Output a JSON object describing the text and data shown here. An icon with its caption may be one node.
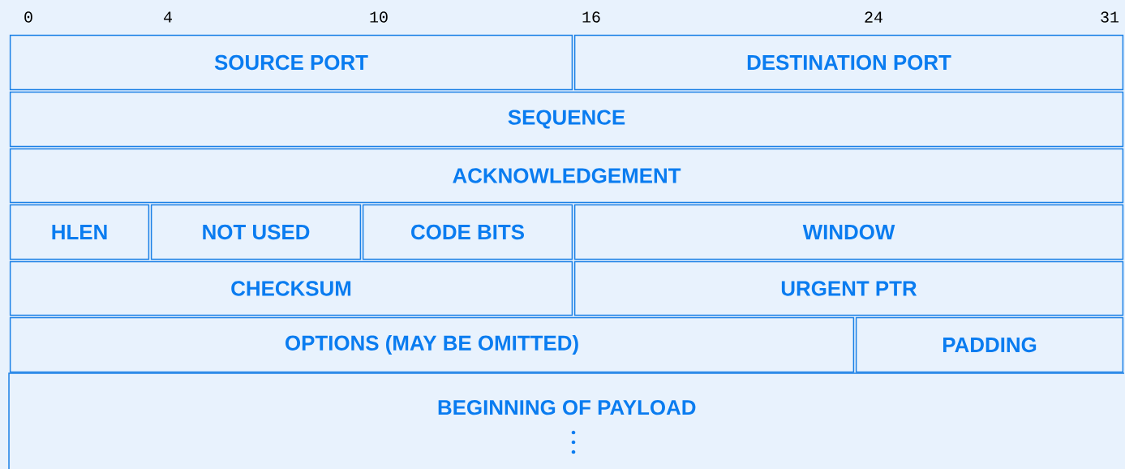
{
  "diagram": {
    "nodes": [
      {
        "text": [
          "SOURCE PORT"
        ]
      },
      {
        "text": [
          "DESTINATION PORT"
        ]
      },
      {
        "text": [
          "SEQUENCE"
        ]
      },
      {
        "text": [
          "ACKNOWLEDGEMENT"
        ]
      },
      {
        "text": [
          "HLEN"
        ]
      },
      {
        "text": [
          "NOT USED"
        ]
      },
      {
        "text": [
          "CODE BITS"
        ]
      },
      {
        "text": [
          "WINDOW"
        ]
      },
      {
        "text": [
          "CHECKSUM"
        ]
      },
      {
        "text": [
          "URGENT PTR"
        ]
      },
      {
        "text": [
          "OPTIONS (MAY BE OMITTED)"
        ]
      },
      {
        "text": [
          "PADDING"
        ]
      },
      {
        "text": [
          "BEGINNING OF PAYLOAD"
        ]
      }
    ],
    "labels": [
      "0",
      "4",
      "10",
      "16",
      "24",
      "31"
    ]
  }
}
